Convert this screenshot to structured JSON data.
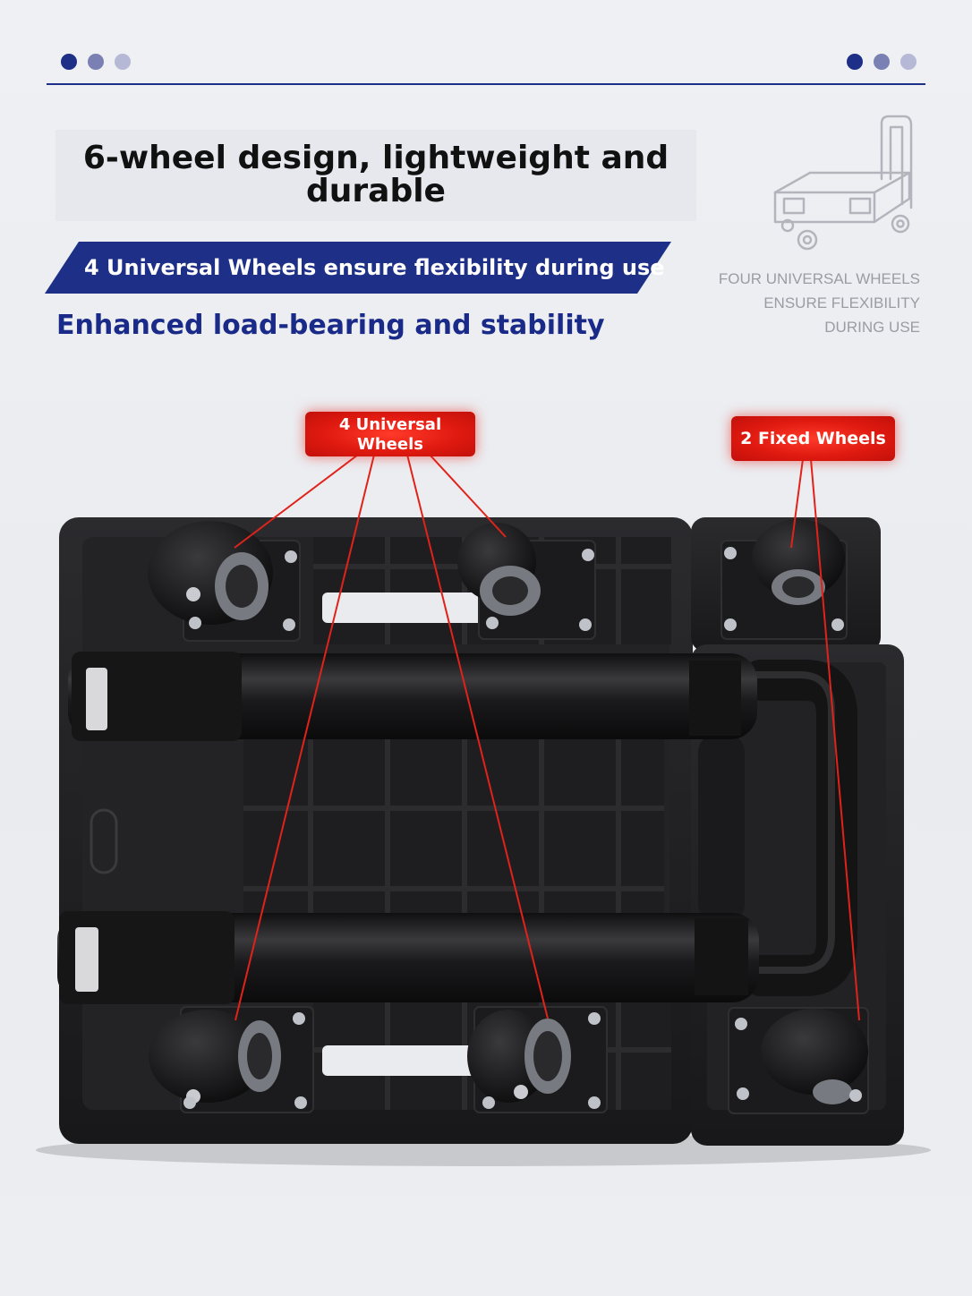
{
  "header": {
    "headline_line1": "6-wheel design, lightweight and",
    "headline_line2": "durable",
    "banner": "4 Universal Wheels ensure flexibility during use",
    "subhead": "Enhanced load-bearing and stability"
  },
  "side_caption": {
    "line1": "FOUR UNIVERSAL WHEELS",
    "line2": "ENSURE FLEXIBILITY",
    "line3": "DURING USE"
  },
  "callouts": {
    "universal_line1": "4 Universal",
    "universal_line2": "Wheels",
    "fixed": "2 Fixed Wheels"
  },
  "colors": {
    "accent_navy": "#1d2f86",
    "dot_mid": "#7a80b3",
    "dot_light": "#b6b9d6",
    "callout_red": "#e01a10",
    "product_black": "#1c1c1e"
  },
  "icons": {
    "trolley": "folding-trolley-icon"
  }
}
